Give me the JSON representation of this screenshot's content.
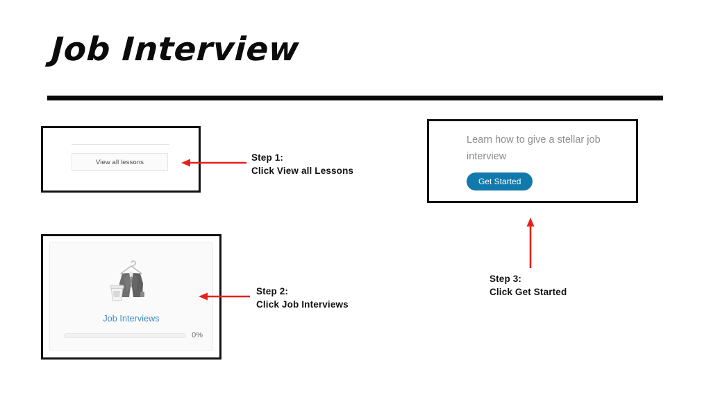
{
  "slide": {
    "title": "Job Interview",
    "background_color": "#ffffff",
    "rule_color": "#0a0a0a",
    "accent_red": "#e8201b",
    "accent_blue": "#1279ad",
    "link_blue": "#3f87c4"
  },
  "panel_lessons": {
    "button_label": "View all lessons"
  },
  "panel_course": {
    "course_title": "Job Interviews",
    "progress_percent": 0,
    "progress_label": "0%",
    "illustration": "suit-on-hanger-with-coffee-cup-icon"
  },
  "panel_hero": {
    "headline": "Learn how to give a stellar job interview",
    "cta_label": "Get Started"
  },
  "steps": [
    {
      "id": "step1",
      "line1": "Step 1:",
      "line2": "Click View all Lessons",
      "arrow_direction": "left"
    },
    {
      "id": "step2",
      "line1": "Step 2:",
      "line2": "Click Job Interviews",
      "arrow_direction": "left"
    },
    {
      "id": "step3",
      "line1": "Step 3:",
      "line2": "Click Get Started",
      "arrow_direction": "up"
    }
  ]
}
